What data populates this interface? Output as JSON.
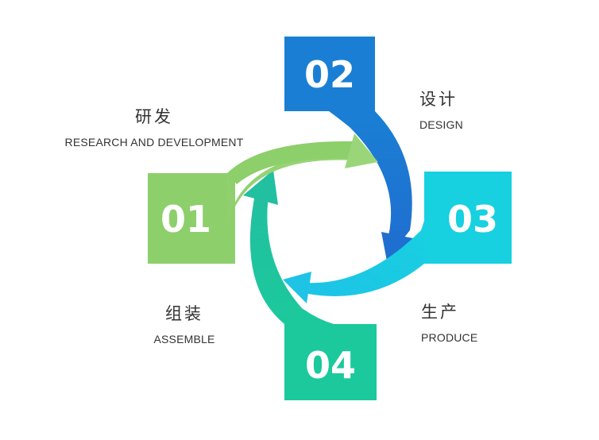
{
  "steps": [
    {
      "number": "02",
      "zh": "设计",
      "en": "DESIGN",
      "color": "#1a7fd4"
    },
    {
      "number": "01",
      "zh": "研发",
      "en": "RESEARCH AND DEVELOPMENT",
      "color": "#8dcf6b"
    },
    {
      "number": "03",
      "zh": "生产",
      "en": "PRODUCE",
      "color": "#17d0e0"
    },
    {
      "number": "04",
      "zh": "组装",
      "en": "ASSEMBLE",
      "color": "#1bc99c"
    }
  ]
}
